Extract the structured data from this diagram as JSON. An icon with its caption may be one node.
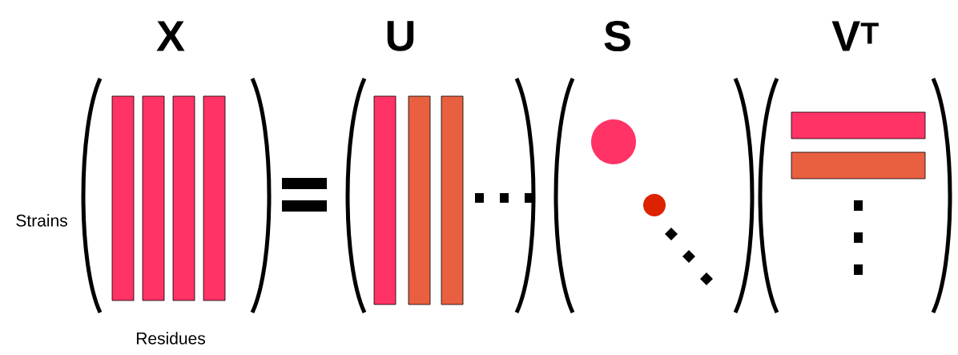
{
  "diagram": {
    "labels": [
      "X",
      "U",
      "S",
      "V$^{T}$",
      "Strains",
      "Residues"
    ]
  }
}
